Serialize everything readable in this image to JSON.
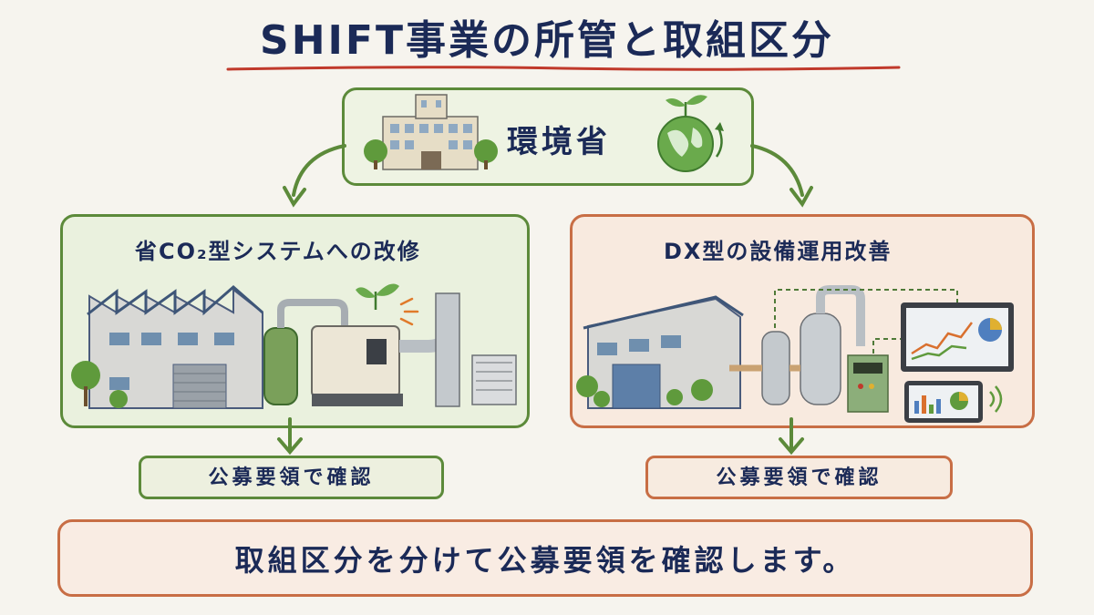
{
  "title": "SHIFT事業の所管と取組区分",
  "ministry": {
    "label": "環境省"
  },
  "left": {
    "title": "省CO₂型システムへの改修",
    "confirm": "公募要領で確認"
  },
  "right": {
    "title": "DX型の設備運用改善",
    "confirm": "公募要領で確認"
  },
  "summary": "取組区分を分けて公募要領を確認します。",
  "colors": {
    "navy": "#1b2a57",
    "green": "#5c8a3a",
    "orange": "#c86e45",
    "title_underline": "#c0392b"
  }
}
